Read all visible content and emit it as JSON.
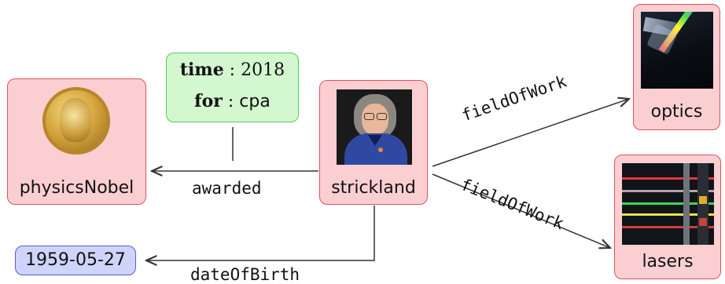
{
  "nodes": {
    "physicsNobel": {
      "label": "physicsNobel"
    },
    "strickland": {
      "label": "strickland"
    },
    "optics": {
      "label": "optics"
    },
    "lasers": {
      "label": "lasers"
    },
    "date": {
      "label": "1959-05-27"
    }
  },
  "qualifier": {
    "time_key": "time",
    "time_value": "2018",
    "for_key": "for",
    "for_value": "cpa"
  },
  "edges": {
    "awarded": "awarded",
    "fieldOfWork_optics": "fieldOfWork",
    "fieldOfWork_lasers": "fieldOfWork",
    "dateOfBirth": "dateOfBirth"
  },
  "colors": {
    "entity_fill": "#fbcfd2",
    "entity_border": "#e0505c",
    "qualifier_fill": "#d3f7cf",
    "qualifier_border": "#5cc85c",
    "literal_fill": "#cfd4fb",
    "literal_border": "#5a5ad8"
  }
}
